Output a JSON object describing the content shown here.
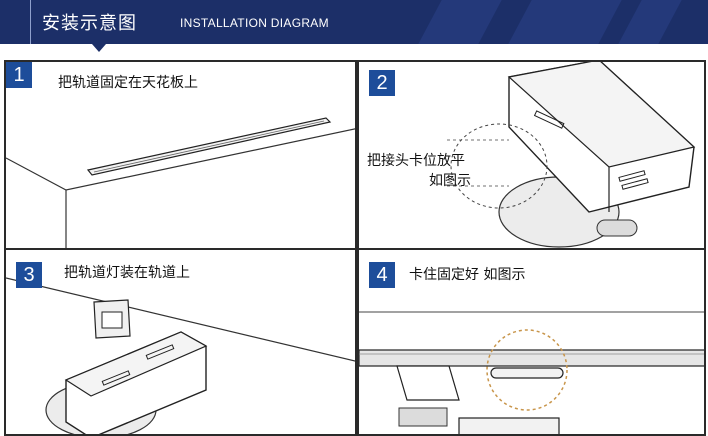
{
  "header": {
    "title_cn": "安装示意图",
    "title_en": "INSTALLATION DIAGRAM"
  },
  "steps": [
    {
      "number": "1",
      "caption": "把轨道固定在天花板上"
    },
    {
      "number": "2",
      "caption_line1": "把接头卡位放平",
      "caption_line2": "如图示"
    },
    {
      "number": "3",
      "caption": "把轨道灯装在轨道上"
    },
    {
      "number": "4",
      "caption": "卡住固定好  如图示"
    }
  ],
  "colors": {
    "header_bg": "#1c2f68",
    "step_badge": "#1d4d9a",
    "line": "#2a2a2a"
  }
}
